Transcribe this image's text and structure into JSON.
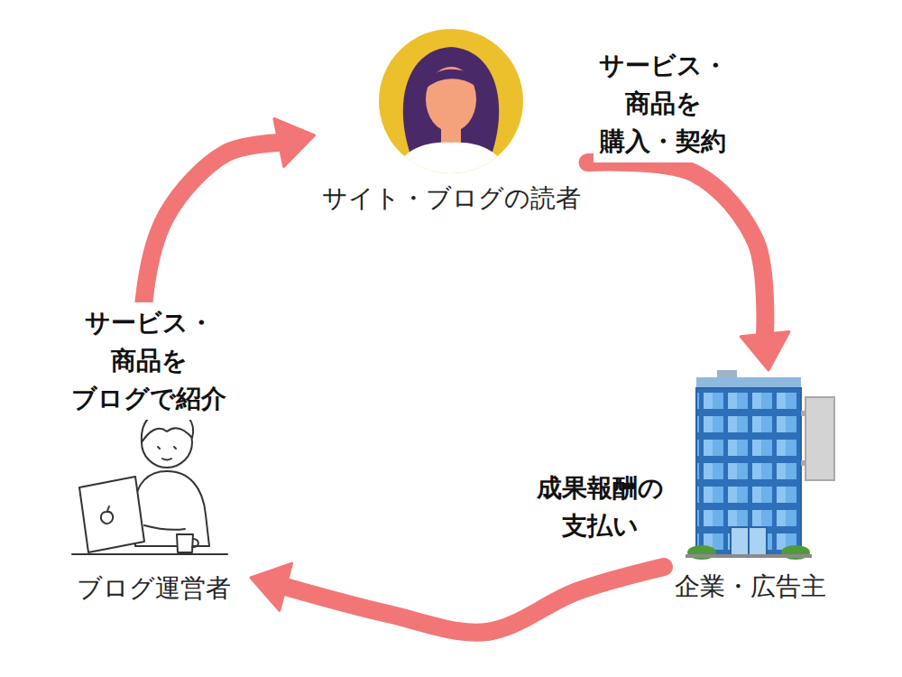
{
  "diagram": {
    "nodes": [
      {
        "text": [
          "サイト・ブログの読者"
        ]
      },
      {
        "text": [
          "企業・広告主"
        ]
      },
      {
        "text": [
          "ブログ運営者"
        ]
      }
    ],
    "edges": [
      {
        "from": 2,
        "to": 0,
        "arrow": "to",
        "label": "サービス・商品を ブログで紹介"
      },
      {
        "from": 0,
        "to": 1,
        "arrow": "to",
        "label": "サービス・商品を 購入・契約"
      },
      {
        "from": 1,
        "to": 2,
        "arrow": "to",
        "label": "成果報酬の 支払い"
      }
    ]
  }
}
